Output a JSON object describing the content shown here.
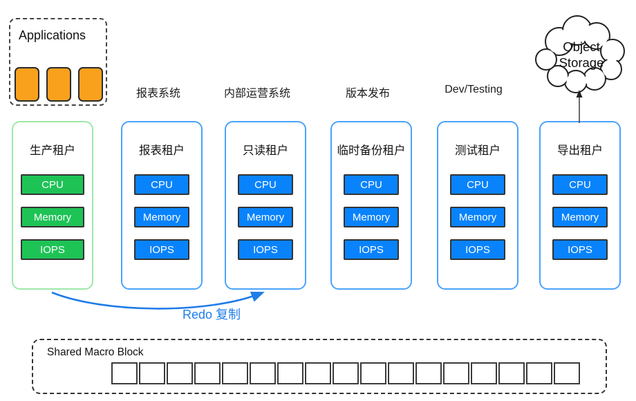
{
  "applications": {
    "label": "Applications",
    "instance_count": 3
  },
  "object_storage": {
    "label_line1": "Object",
    "label_line2": "Storage"
  },
  "workload_labels": [
    {
      "text": "报表系统"
    },
    {
      "text": "内部运营系统"
    },
    {
      "text": "版本发布"
    },
    {
      "text": "Dev/Testing"
    }
  ],
  "tenants": [
    {
      "name": "生产租户",
      "theme": "green",
      "resources": [
        "CPU",
        "Memory",
        "IOPS"
      ]
    },
    {
      "name": "报表租户",
      "theme": "blue",
      "resources": [
        "CPU",
        "Memory",
        "IOPS"
      ]
    },
    {
      "name": "只读租户",
      "theme": "blue",
      "resources": [
        "CPU",
        "Memory",
        "IOPS"
      ]
    },
    {
      "name": "临时备份租户",
      "theme": "blue",
      "resources": [
        "CPU",
        "Memory",
        "IOPS"
      ]
    },
    {
      "name": "测试租户",
      "theme": "blue",
      "resources": [
        "CPU",
        "Memory",
        "IOPS"
      ]
    },
    {
      "name": "导出租户",
      "theme": "blue",
      "resources": [
        "CPU",
        "Memory",
        "IOPS"
      ]
    }
  ],
  "redo_replication": {
    "label": "Redo 复制"
  },
  "shared_macro_block": {
    "label": "Shared Macro Block",
    "cell_count": 17
  },
  "colors": {
    "tenant_green_fill": "#1ec356",
    "tenant_green_border": "#9ce8a9",
    "tenant_blue_fill": "#0983fb",
    "tenant_blue_border": "#4aa2fd",
    "app_orange": "#f9a11c",
    "redo_blue": "#1f7ce8",
    "chip_border": "#333333",
    "chip_text": "#ffffff"
  }
}
